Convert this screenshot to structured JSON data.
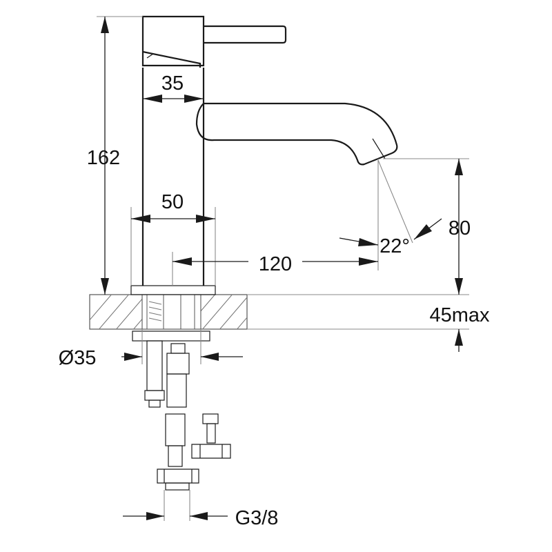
{
  "dimensions": {
    "height_total": "162",
    "handle_width": "35",
    "body_width": "50",
    "spout_reach": "120",
    "spout_angle": "22°",
    "spout_height": "80",
    "deck_thickness": "45max",
    "hole_diameter": "Ø35",
    "thread": "G3/8"
  }
}
